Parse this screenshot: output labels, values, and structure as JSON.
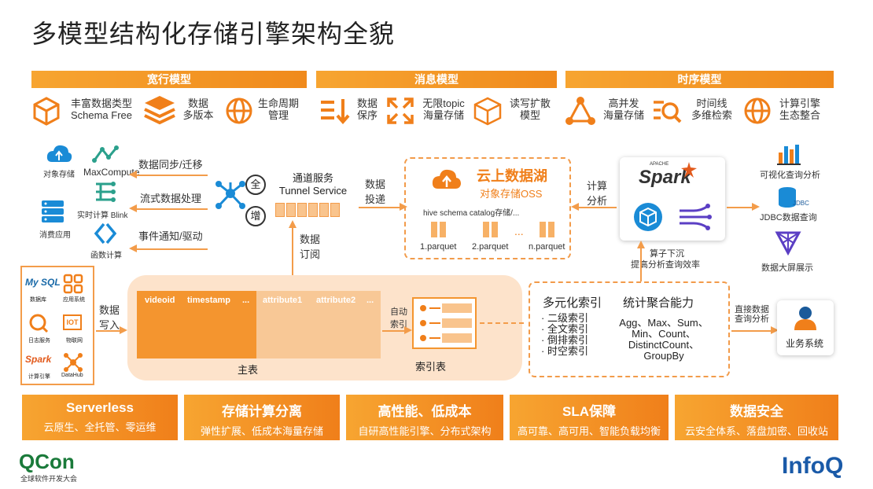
{
  "title": "多模型结构化存储引擎架构全貌",
  "bands": {
    "wide": "宽行模型",
    "message": "消息模型",
    "timeseries": "时序模型"
  },
  "features": {
    "f1": [
      "丰富数据类型",
      "Schema Free"
    ],
    "f2": [
      "数据",
      "多版本"
    ],
    "f3": [
      "生命周期",
      "管理"
    ],
    "f4": [
      "数据",
      "保序"
    ],
    "f5": [
      "无限topic",
      "海量存储"
    ],
    "f6": [
      "读写扩散",
      "模型"
    ],
    "f7": [
      "高并发",
      "海量存储"
    ],
    "f8": [
      "时间线",
      "多维检索"
    ],
    "f9": [
      "计算引擎",
      "生态整合"
    ]
  },
  "left": {
    "oss": "对象存储",
    "maxcompute": "MaxCompute",
    "sync": "数据同步/迁移",
    "stream": "流式数据处理",
    "realtime": "实时计算 Blink",
    "consume": "消费应用",
    "event": "事件通知/驱动",
    "func": "函数计算"
  },
  "tunnel": {
    "full": "全",
    "incr": "增",
    "name1": "通道服务",
    "name2": "Tunnel Service",
    "deliver1": "数据",
    "deliver2": "投递",
    "sub1": "数据",
    "sub2": "订阅"
  },
  "lake": {
    "title": "云上数据湖",
    "subtitle": "对象存储OSS",
    "catalog": "hive schema catalog存储/...",
    "p1": "1.parquet",
    "p2": "2.parquet",
    "dots": "...",
    "pn": "n.parquet"
  },
  "compute": {
    "label1": "计算",
    "label2": "分析",
    "spark": "Spark",
    "apache": "APACHE",
    "push1": "算子下沉",
    "push2": "提高分析查询效率"
  },
  "right": {
    "viz": "可视化查询分析",
    "jdbc": "JDBC数据查询",
    "jdbc_icon": "JDBC",
    "screen": "数据大屏展示",
    "direct1": "直接数据",
    "direct2": "查询分析",
    "biz": "业务系统"
  },
  "sources": {
    "mysql": "My SQL",
    "db": "数据库",
    "app": "应用系统",
    "log": "日志服务",
    "iot": "IOT",
    "iot_label": "物联网",
    "spark": "Spark",
    "engine": "计算引擎",
    "datahub": "DataHub",
    "write1": "数据",
    "write2": "写入"
  },
  "table": {
    "cols": [
      "videoid",
      "timestamp",
      "...",
      "attribute1",
      "attribute2",
      "..."
    ],
    "main": "主表",
    "auto1": "自动",
    "auto2": "索引",
    "index": "索引表"
  },
  "index_box": {
    "title1": "多元化索引",
    "title2": "统计聚合能力",
    "items": [
      "二级索引",
      "全文索引",
      "倒排索引",
      "时空索引"
    ],
    "agg": [
      "Agg、Max、Sum、",
      "Min、Count、",
      "DistinctCount、",
      "GroupBy"
    ]
  },
  "bottom": [
    {
      "h": "Serverless",
      "s": "云原生、全托管、零运维"
    },
    {
      "h": "存储计算分离",
      "s": "弹性扩展、低成本海量存储"
    },
    {
      "h": "高性能、低成本",
      "s": "自研高性能引擎、分布式架构"
    },
    {
      "h": "SLA保障",
      "s": "高可靠、高可用、智能负载均衡"
    },
    {
      "h": "数据安全",
      "s": "云安全体系、落盘加密、回收站"
    }
  ],
  "footer": {
    "qcon": "QCon",
    "qcon_sub": "全球软件开发大会",
    "infoq": "InfoQ"
  },
  "colors": {
    "accent": "#f07f1a",
    "band": "#f5a028",
    "blue": "#1a8bd6"
  }
}
